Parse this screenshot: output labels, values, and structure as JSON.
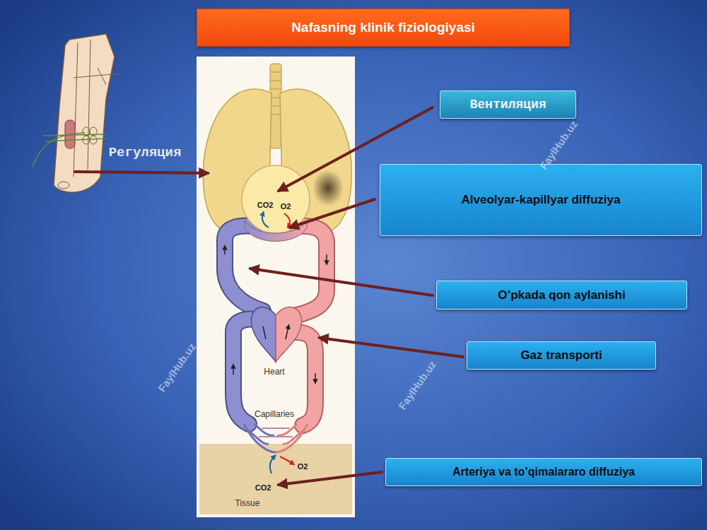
{
  "diagram": {
    "title": "Nafasning klinik fiziologiyasi",
    "nodes": [
      {
        "text": [
          "Вентиляция"
        ]
      },
      {
        "text": [
          "Alveolyar-kapillyar diffuziya"
        ]
      },
      {
        "text": [
          "O’pkada qon aylanishi"
        ]
      },
      {
        "text": [
          "Gaz transporti"
        ]
      },
      {
        "text": [
          "Arteriya va to’qimalararo diffuziya"
        ]
      }
    ],
    "labels": [
      "Регуляция",
      "CO2",
      "O2",
      "Heart",
      "Capillaries",
      "CO2",
      "O2",
      "Tissue",
      "FaylHub.uz",
      "FaylHub.uz",
      "FaylHub.uz"
    ]
  }
}
